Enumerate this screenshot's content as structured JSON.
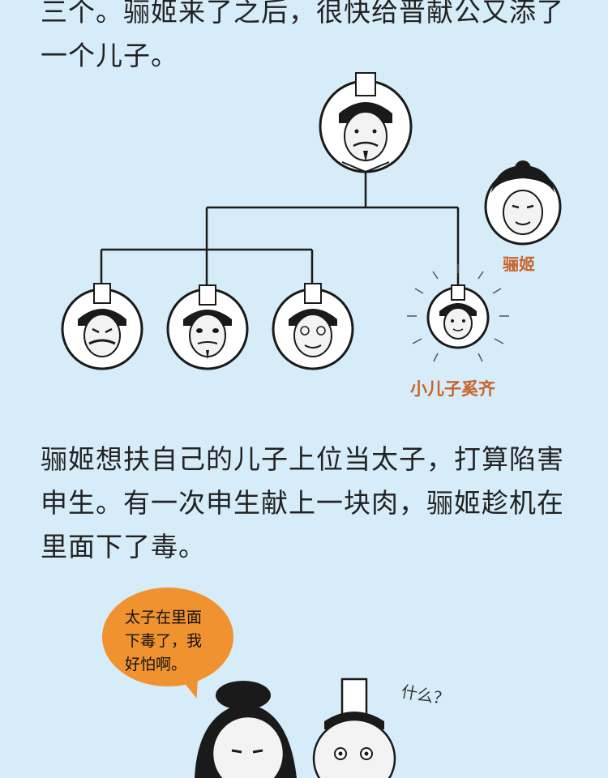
{
  "intro": {
    "lines": [
      "三个。骊姬来了之后，很快给晋献公又添了",
      "一个儿子。"
    ]
  },
  "family_tree": {
    "liji_label": "骊姬",
    "youngest_son_label": "小儿子奚齐"
  },
  "story": {
    "lines": [
      "骊姬想扶自己的儿子上位当太子，打算陷害",
      "申生。有一次申生献上一块肉，骊姬趁机在",
      "里面下了毒。"
    ]
  },
  "speech_bubble": {
    "lines": [
      "太子在里面",
      "下毒了，我",
      "好怕啊。"
    ]
  },
  "scribble_text": "什么？",
  "colors": {
    "background": "#d6ecf8",
    "caption": "#c8642a",
    "bubble": "#ef922f"
  }
}
